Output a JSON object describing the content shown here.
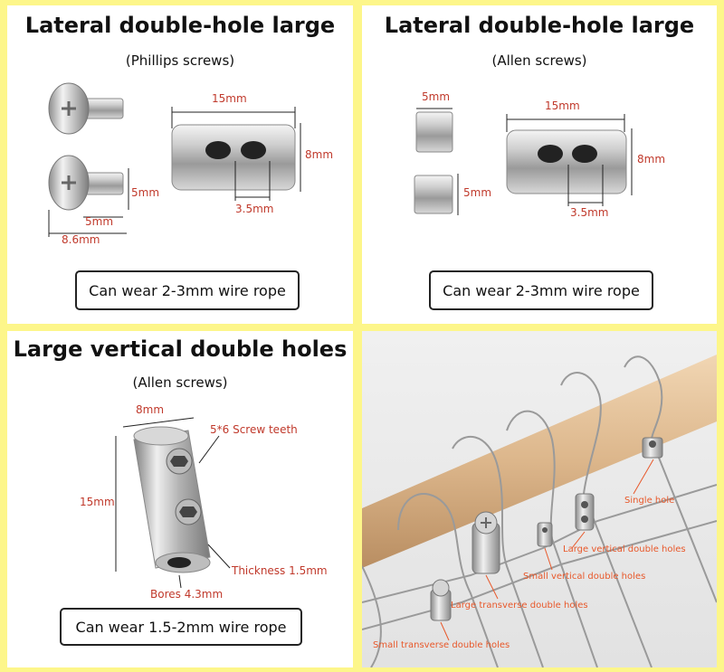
{
  "panels": {
    "phillips": {
      "title": "Lateral double-hole large",
      "subtitle": "(Phillips screws)",
      "dims": {
        "length": "15mm",
        "height": "8mm",
        "gap": "3.5mm",
        "screw_h": "5mm",
        "screw_w": "5mm",
        "screw_total": "8.6mm"
      },
      "caption": "Can wear 2-3mm wire rope"
    },
    "allen": {
      "title": "Lateral double-hole large",
      "subtitle": "(Allen screws)",
      "dims": {
        "screw_top": "5mm",
        "length": "15mm",
        "height": "8mm",
        "screw_h": "5mm",
        "gap": "3.5mm"
      },
      "caption": "Can wear 2-3mm wire rope"
    },
    "vertical": {
      "title": "Large vertical double holes",
      "subtitle": "(Allen screws)",
      "dims": {
        "diameter": "8mm",
        "teeth": "5*6 Screw teeth",
        "length": "15mm",
        "thickness": "Thickness 1.5mm",
        "bores": "Bores 4.3mm"
      },
      "caption": "Can wear 1.5-2mm wire rope"
    },
    "photo": {
      "labels": {
        "single": "Single hole",
        "large_vertical": "Large vertical double holes",
        "small_vertical": "Small vertical double holes",
        "large_transverse": "Large transverse double holes",
        "small_transverse": "Small transverse double holes"
      }
    }
  },
  "colors": {
    "background": "#fdf68a",
    "dimension": "#c0392b",
    "annotation": "#e8582a"
  }
}
